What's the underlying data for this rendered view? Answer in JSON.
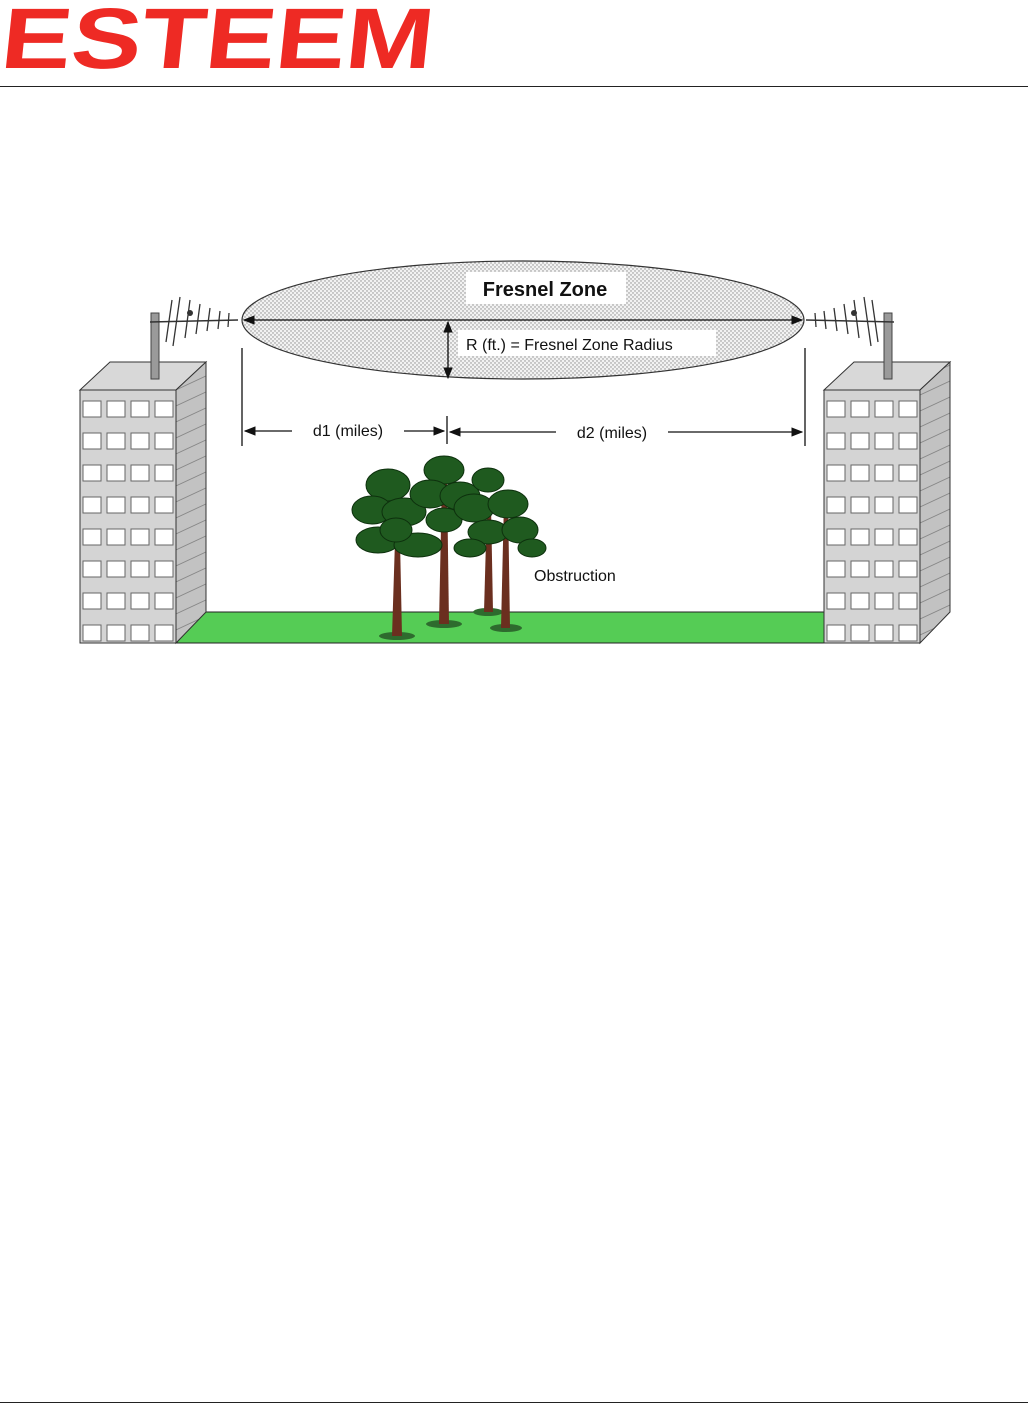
{
  "header": {
    "logo_text": "ESTEEM",
    "brand_color": "#ee2a24"
  },
  "diagram": {
    "zone_label": "Fresnel Zone",
    "radius_label": "R (ft.) = Fresnel Zone Radius",
    "d1_label": "d1 (miles)",
    "d2_label": "d2 (miles)",
    "obstruction_label": "Obstruction",
    "ground_color": "#55cc55",
    "tree_color": "#1f5a1f",
    "trunk_color": "#6b2f1f"
  }
}
